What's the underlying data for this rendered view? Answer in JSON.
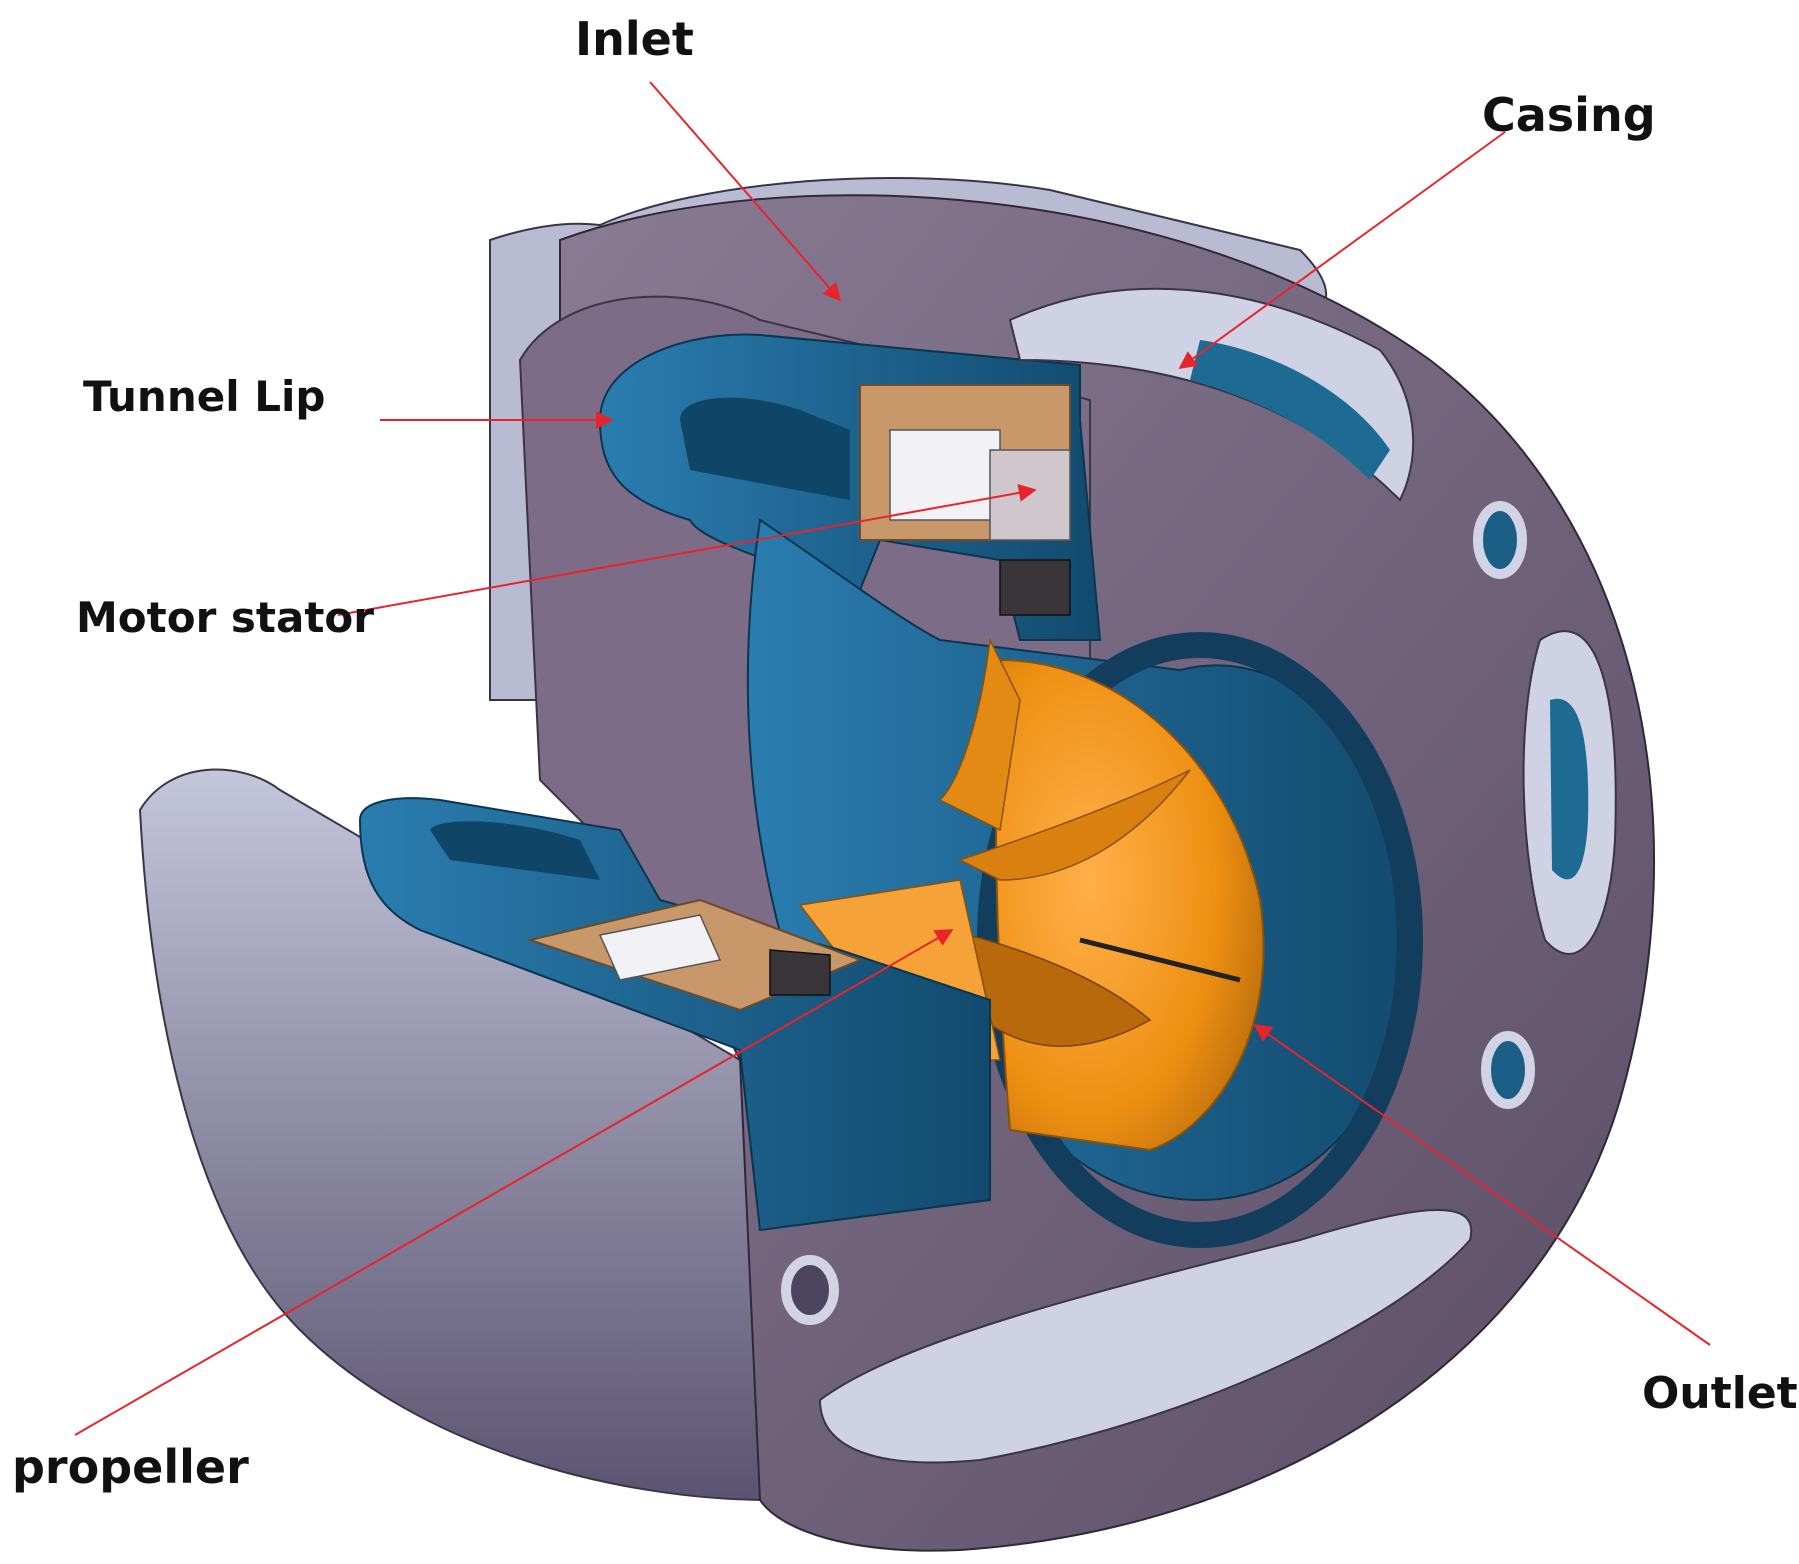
{
  "labels": {
    "inlet": "Inlet",
    "casing": "Casing",
    "tunnel_lip": "Tunnel Lip",
    "motor_stator": "Motor stator",
    "outlet": "Outlet",
    "propeller": "propeller"
  },
  "colors": {
    "casing": "#7a6a84",
    "casing_dark": "#5b4e66",
    "casing_light": "#b7b9d2",
    "duct": "#1d6a93",
    "duct_dark": "#0f4667",
    "propeller": "#f09a1c",
    "propeller_dark": "#b36a0c",
    "stator_copper": "#c9986a",
    "leader": "#e8242a"
  }
}
